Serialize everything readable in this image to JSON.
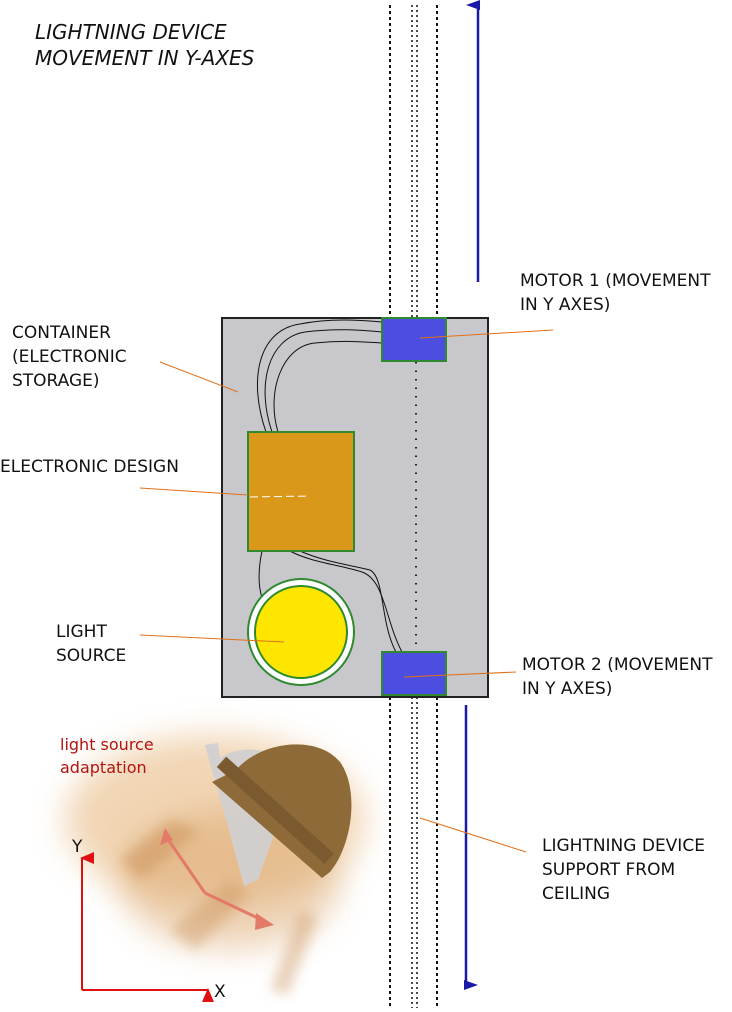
{
  "title": {
    "line1": "LIGHTNING DEVICE",
    "line2": "MOVEMENT IN Y-AXES"
  },
  "labels": {
    "motor1": {
      "line1": "MOTOR 1 (MOVEMENT",
      "line2": "IN Y AXES)"
    },
    "motor2": {
      "line1": "MOTOR 2 (MOVEMENT",
      "line2": "IN Y AXES)"
    },
    "container": {
      "line1": "CONTAINER",
      "line2": "(ELECTRONIC",
      "line3": "STORAGE)"
    },
    "electronic_design": "ELECTRONIC DESIGN",
    "light_source": {
      "line1": "LIGHT",
      "line2": "SOURCE"
    },
    "support": {
      "line1": "LIGHTNING DEVICE",
      "line2": "SUPPORT FROM",
      "line3": "CEILING"
    },
    "adaptation": {
      "line1": "light source",
      "line2": "adaptation"
    }
  },
  "axes": {
    "x_label": "X",
    "y_label": "Y"
  },
  "colors": {
    "container_fill": "#c8c8cc",
    "motor_fill": "#4b4ee0",
    "motor_border": "#2f8a2f",
    "electronics_fill": "#d9981a",
    "electronics_border": "#2f8a2f",
    "light_fill": "#ffe600",
    "light_ring": "#2f8a2f",
    "movement_arrow": "#1a1aa8",
    "leader_line": "#e0701a",
    "axis_arrow": "#e01010",
    "lamp_body": "#8e6a38",
    "adaptation_text": "#b3130f"
  }
}
